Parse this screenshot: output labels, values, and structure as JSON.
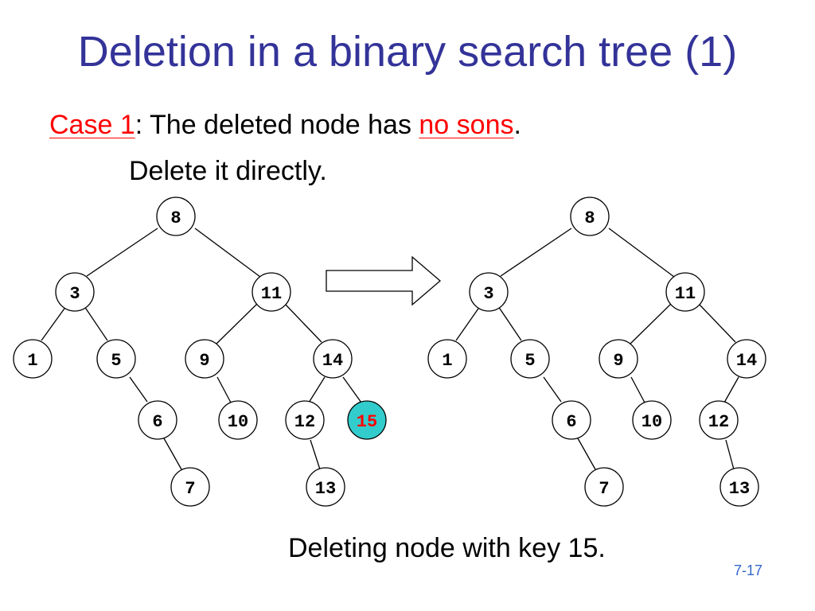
{
  "title": "Deletion in a binary search tree (1)",
  "case_line": {
    "case_label": "Case 1",
    "colon": ": The deleted node has ",
    "condition": "no sons",
    "period": "."
  },
  "instruction": "Delete it directly.",
  "caption": "Deleting node with key 15.",
  "slide_number": "7-17",
  "colors": {
    "title": "#333399",
    "highlight_text": "#ff0000",
    "deleted_node_fill": "#33cccc",
    "deleted_node_text": "#ff0000",
    "slide_number": "#3366cc"
  },
  "before_tree": {
    "nodes": [
      "8",
      "3",
      "11",
      "1",
      "5",
      "9",
      "14",
      "6",
      "10",
      "12",
      "15",
      "7",
      "13"
    ],
    "deleted": "15"
  },
  "after_tree": {
    "nodes": [
      "8",
      "3",
      "11",
      "1",
      "5",
      "9",
      "14",
      "6",
      "10",
      "12",
      "7",
      "13"
    ]
  },
  "arrow_icon": "right-arrow-icon"
}
